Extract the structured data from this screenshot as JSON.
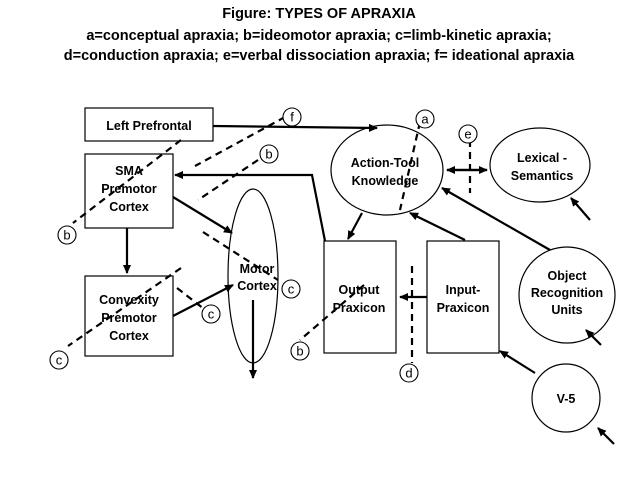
{
  "figure": {
    "title": "Figure: TYPES OF APRAXIA",
    "legend_line1": "a=conceptual apraxia; b=ideomotor apraxia; c=limb-kinetic apraxia;",
    "legend_line2": "d=conduction apraxia; e=verbal dissociation apraxia; f= ideational apraxia"
  },
  "nodes": {
    "left_prefrontal": "Left Prefrontal",
    "sma": [
      "SMA",
      "Premotor",
      "Cortex"
    ],
    "convexity": [
      "Convexity",
      "Premotor",
      "Cortex"
    ],
    "motor": [
      "Motor",
      "Cortex"
    ],
    "action_tool": [
      "Action-Tool",
      "Knowledge"
    ],
    "lexical": [
      "Lexical -",
      "Semantics"
    ],
    "output": [
      "Output",
      "Praxicon"
    ],
    "input": [
      "Input-",
      "Praxicon"
    ],
    "object": [
      "Object",
      "Recognition",
      "Units"
    ],
    "v5": "V-5"
  },
  "lesion_labels": {
    "f": "f",
    "a": "a",
    "e": "e",
    "b_top": "b",
    "b_left": "b",
    "c_motor": "c",
    "c_convexity": "c",
    "c_left": "c",
    "b_bottom": "b",
    "d": "d"
  }
}
